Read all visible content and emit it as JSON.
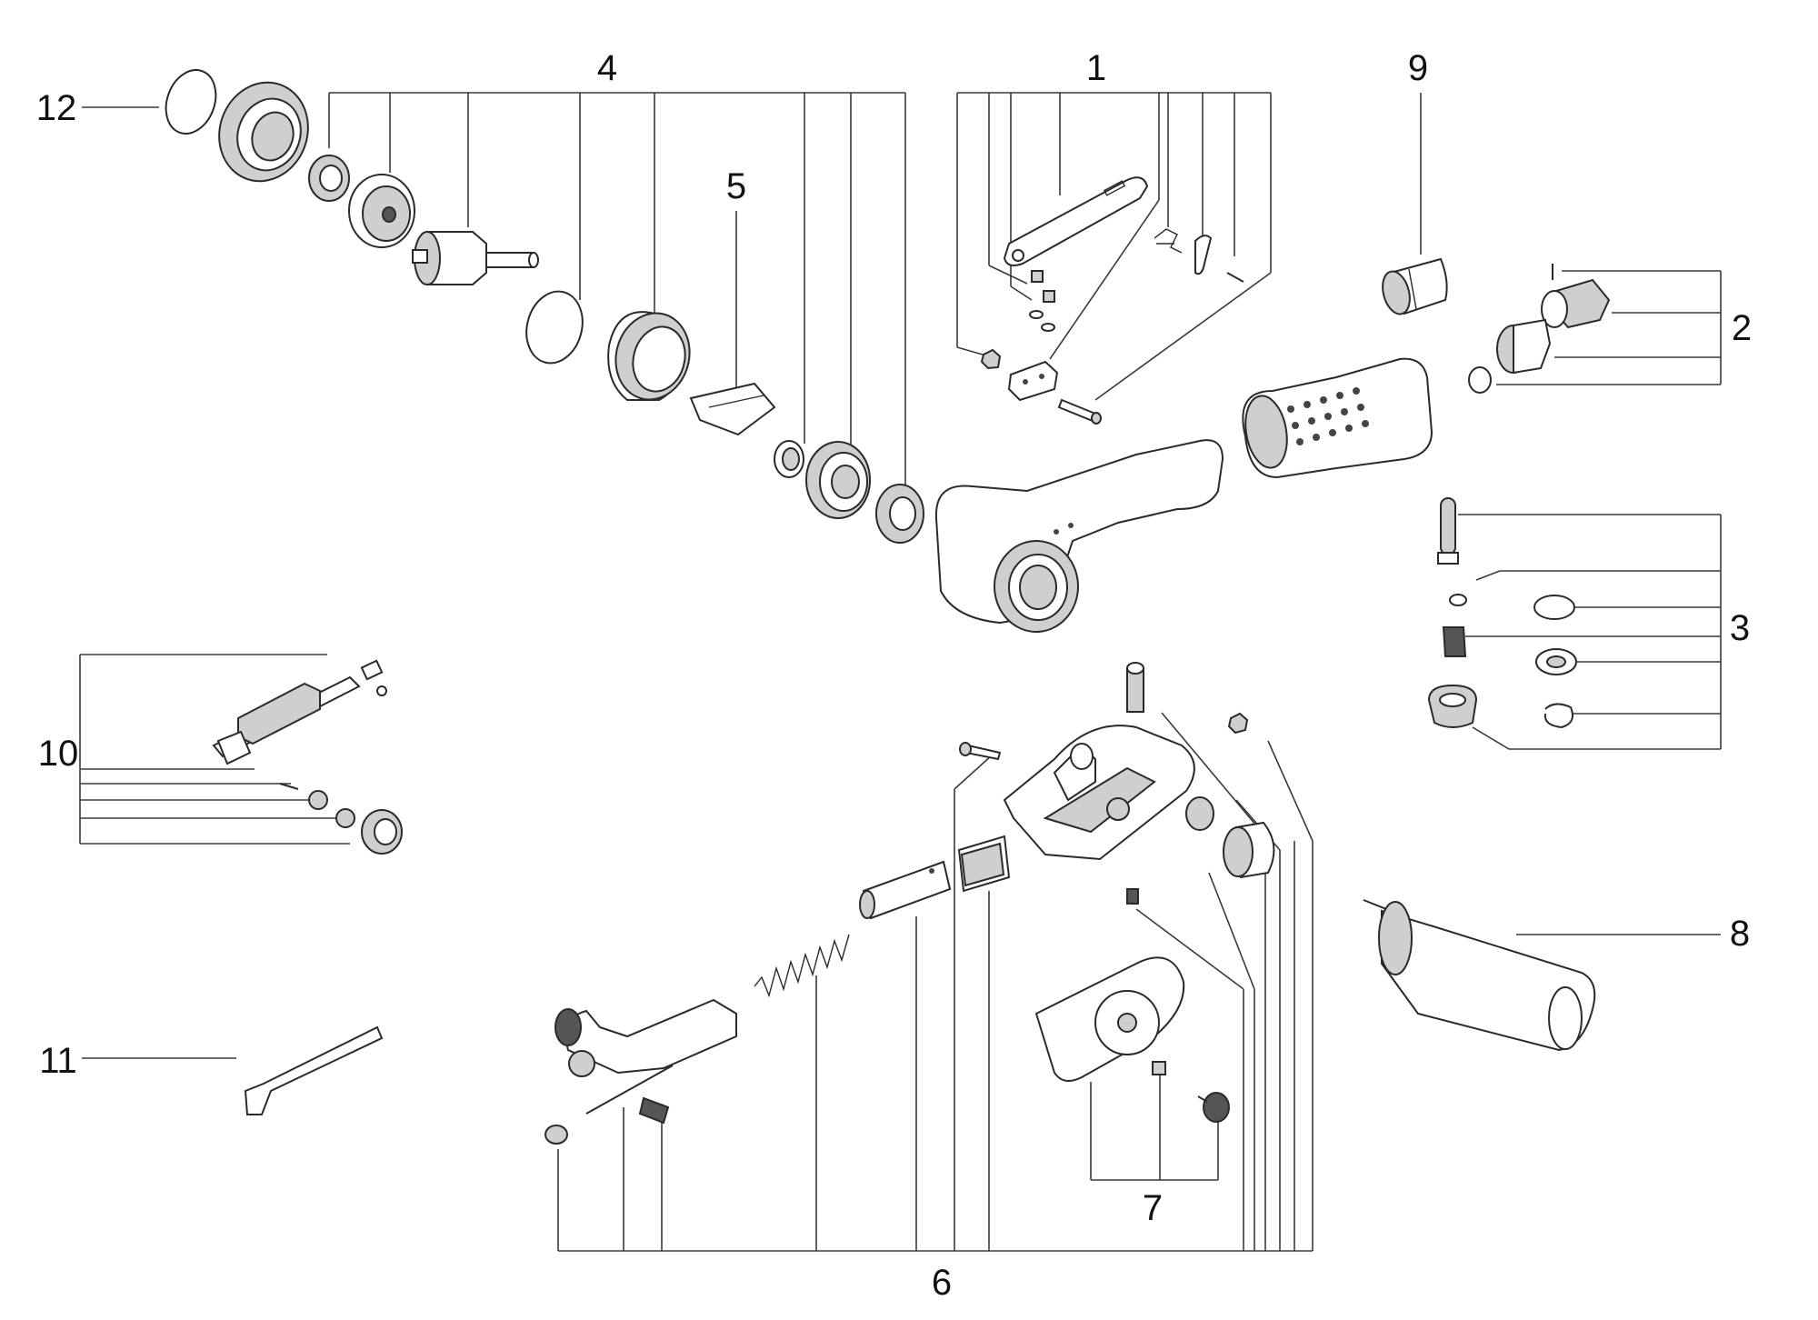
{
  "diagram": {
    "callouts": {
      "c1": "1",
      "c2": "2",
      "c3": "3",
      "c4": "4",
      "c5": "5",
      "c6": "6",
      "c7": "7",
      "c8": "8",
      "c9": "9",
      "c10": "10",
      "c11": "11",
      "c12": "12"
    },
    "line_color": "#3a3a3a",
    "text_color": "#111111"
  }
}
